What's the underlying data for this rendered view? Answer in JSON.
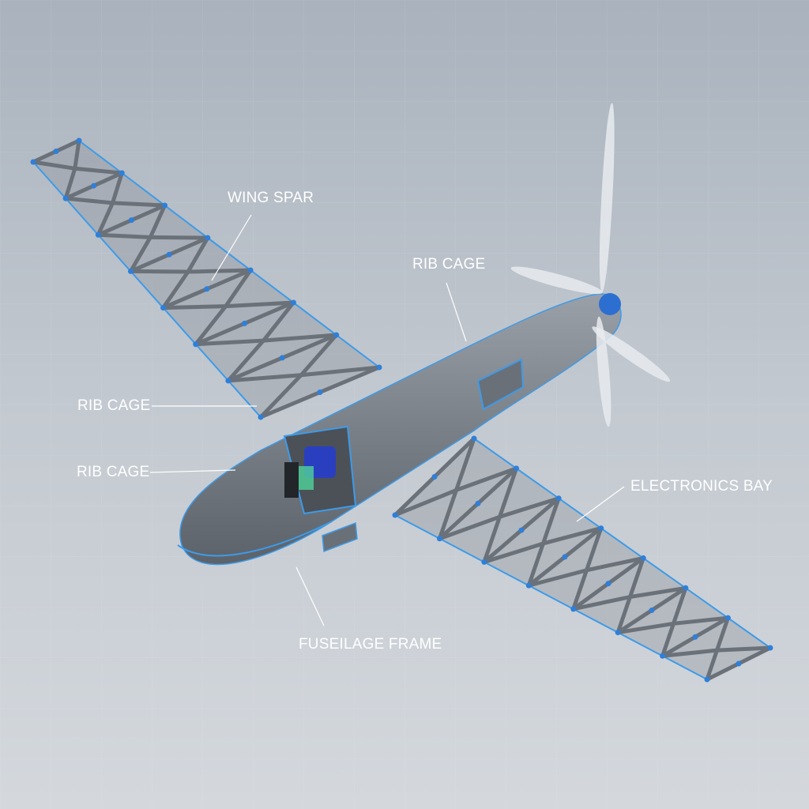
{
  "labels": {
    "wing_spar": "WING SPAR",
    "rib_cage_top": "RIB CAGE",
    "rib_cage_left_upper": "RIB CAGE",
    "rib_cage_left_lower": "RIB CAGE",
    "electronics_bay": "ELECTRONICS BAY",
    "fuselage_frame": "FUSEILAGE FRAME"
  },
  "colors": {
    "body": "#7d838b",
    "edge": "#3d9be8",
    "node": "#2f7fd8",
    "label": "#ffffff"
  }
}
